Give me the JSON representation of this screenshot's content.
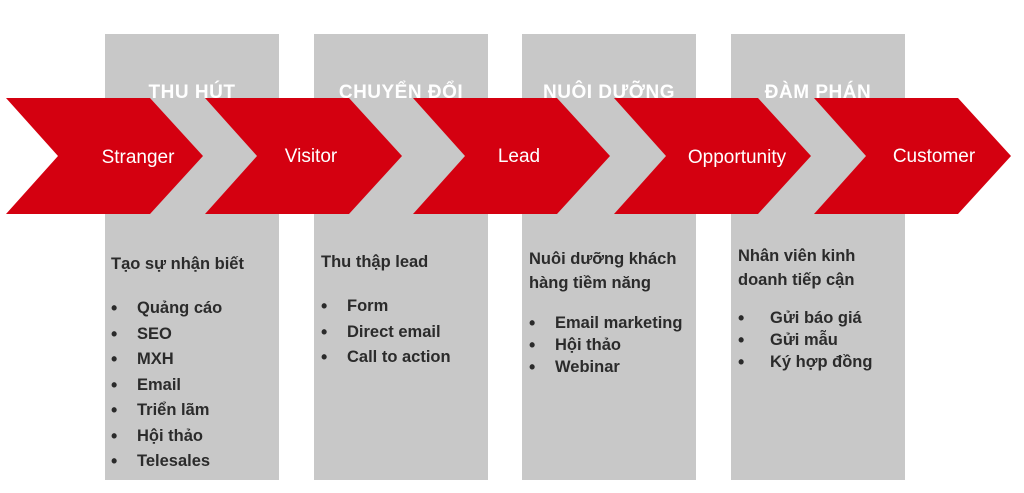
{
  "phases": [
    {
      "title": "THU HÚT"
    },
    {
      "title": "CHUYỂN ĐỔI"
    },
    {
      "title": "NUÔI DƯỠNG"
    },
    {
      "title": "ĐÀM PHÁN"
    }
  ],
  "stages": [
    {
      "label": "Stranger"
    },
    {
      "label": "Visitor"
    },
    {
      "label": "Lead"
    },
    {
      "label": "Opportunity"
    },
    {
      "label": "Customer"
    }
  ],
  "details": [
    {
      "heading": "Tạo sự nhận biết",
      "items": [
        "Quảng cáo",
        "SEO",
        "MXH",
        "Email",
        "Triển lãm",
        "Hội thảo",
        "Telesales"
      ]
    },
    {
      "heading": "Thu thập lead",
      "items": [
        "Form",
        "Direct email",
        "Call to action"
      ]
    },
    {
      "heading": "Nuôi dưỡng khách hàng tiềm năng",
      "items": [
        "Email marketing",
        "Hội thảo",
        "Webinar"
      ]
    },
    {
      "heading": "Nhân viên kinh doanh tiếp cận",
      "items": [
        "Gửi báo giá",
        "Gửi mẫu",
        "Ký hợp đồng"
      ]
    }
  ],
  "colors": {
    "arrow": "#d40010",
    "column": "#c8c8c8",
    "text": "#2b2b2b"
  }
}
